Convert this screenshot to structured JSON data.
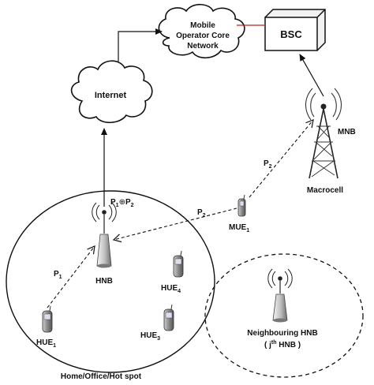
{
  "nodes": {
    "core": {
      "line1": "Mobile",
      "line2": "Operator Core",
      "line3": "Network"
    },
    "bsc": {
      "label": "BSC"
    },
    "internet": {
      "label": "Internet"
    },
    "mnb": {
      "label": "MNB"
    },
    "macrocell": {
      "label": "Macrocell"
    },
    "hnb": {
      "label": "HNB"
    },
    "mue": {
      "label": "MUE",
      "sub": "1"
    },
    "hue1": {
      "label": "HUE",
      "sub": "1"
    },
    "hue3": {
      "label": "HUE",
      "sub": "3"
    },
    "hue4": {
      "label": "HUE",
      "sub": "4"
    },
    "neighbour": {
      "line1": "Neighbouring HNB",
      "line2_pre": "( j",
      "line2_sup": "th",
      "line2_post": " HNB )"
    },
    "home": {
      "label": "Home/Office/Hot spot"
    }
  },
  "links": {
    "p1": {
      "label": "P",
      "sub": "1"
    },
    "p2_a": {
      "label": "P",
      "sub": "2"
    },
    "p2_b": {
      "label": "P",
      "sub": "2"
    },
    "p1_xor_p2": {
      "p": "P",
      "sub1": "1",
      "op": "⊕",
      "sub2": "2"
    }
  }
}
